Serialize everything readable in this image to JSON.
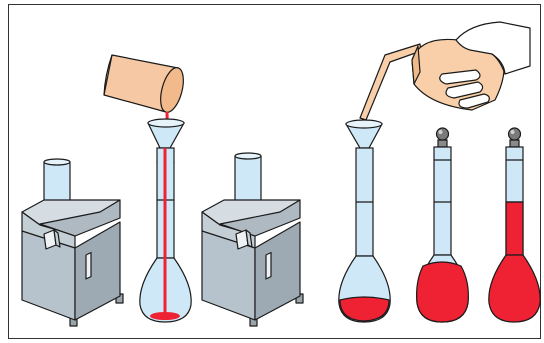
{
  "colors": {
    "background": "#ffffff",
    "frame": "#333333",
    "stroke": "#1a1a1a",
    "glass": "#cfe8f7",
    "liquid": "#ee2233",
    "device_front": "#b6c3cc",
    "device_top": "#d5dde3",
    "device_side": "#9eaab3",
    "beaker": "#f6c9a4",
    "wash_bottle": "#f8cfa8",
    "hand": "#ffffff",
    "stopper": "#8a8a8a"
  },
  "icons": [
    "heater-device-icon",
    "volumetric-flask-icon",
    "funnel-icon",
    "beaker-icon",
    "wash-bottle-icon",
    "hand-icon",
    "stopper-icon"
  ],
  "flask_fill_levels": {
    "flask_1": "drip",
    "flask_2": 0.08,
    "flask_3": 0.55,
    "flask_4": 1.0
  }
}
